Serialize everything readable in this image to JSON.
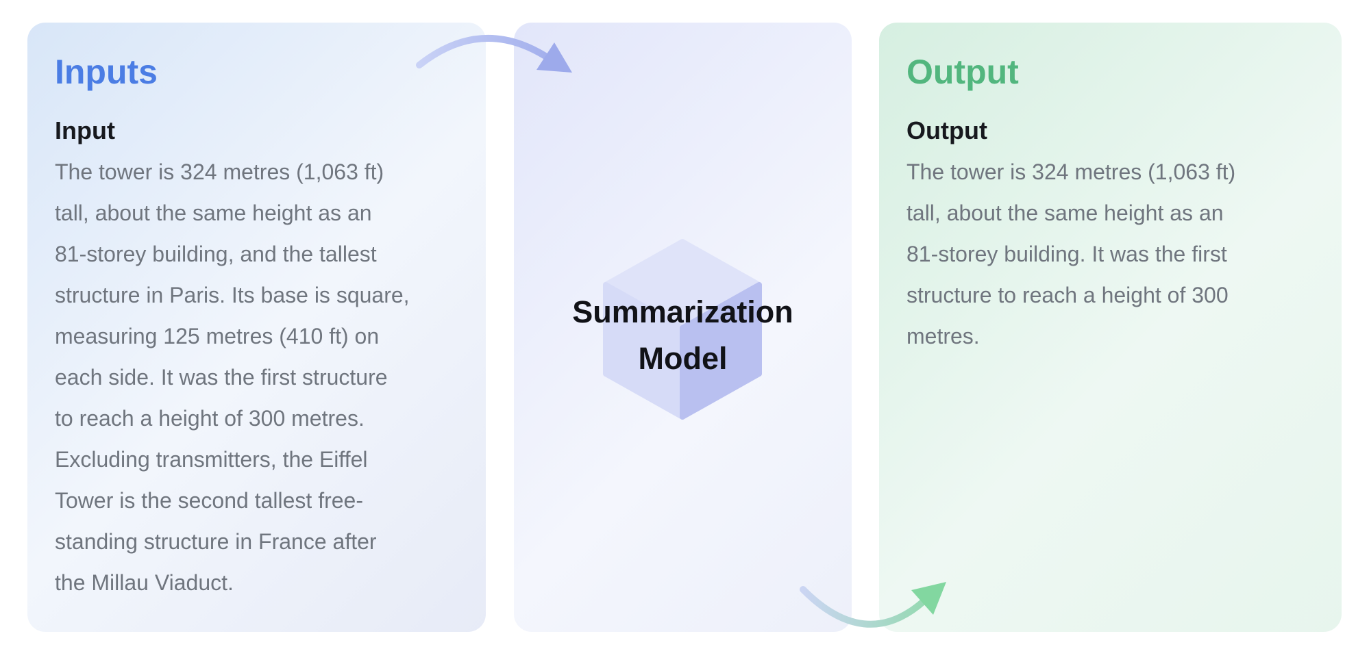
{
  "diagram": {
    "inputs_panel": {
      "title": "Inputs",
      "section_label": "Input",
      "body": "The tower is 324 metres (1,063 ft)\ntall, about the same height as an\n81-storey building, and the tallest\nstructure in Paris. Its base is square,\nmeasuring 125 metres (410 ft) on\neach side. It was the first structure\nto reach a height of 300 metres.\nExcluding transmitters, the Eiffel\nTower is the second tallest free-\nstanding structure in France after\nthe Millau Viaduct."
    },
    "model_panel": {
      "label": "Summarization\nModel"
    },
    "output_panel": {
      "title": "Output",
      "section_label": "Output",
      "body": "The tower is 324 metres (1,063 ft)\ntall, about the same height as an\n81-storey building. It was the first\nstructure to reach a height of 300\nmetres."
    },
    "icons": {
      "cube": "cube-icon",
      "arrow_input_to_model": "curved-arrow-right-down-icon",
      "arrow_model_to_output": "curved-arrow-right-up-icon"
    },
    "colors": {
      "inputs_title": "#4b7de4",
      "output_title": "#52b67e",
      "section_label_text": "#17191e",
      "body_text": "#6f757e",
      "model_label_text": "#111217",
      "inputs_panel_bg_start": "#d8e6f8",
      "inputs_panel_bg_end": "#e7ebf7",
      "model_panel_bg_start": "#e2e6fa",
      "model_panel_bg_end": "#edf0fa",
      "output_panel_bg_start": "#d6efe1",
      "output_panel_bg_end": "#e7f5ed",
      "cube_top_face": "#dfe3f9",
      "cube_left_face": "#d6dbf7",
      "cube_right_face": "#b9c0f0",
      "arrow_blue_start": "#c9d2f6",
      "arrow_blue_end": "#9daaeb",
      "arrow_green_start": "#cbd5f3",
      "arrow_green_end": "#8cdaa6",
      "arrow_green_head": "#82d7a0"
    }
  }
}
